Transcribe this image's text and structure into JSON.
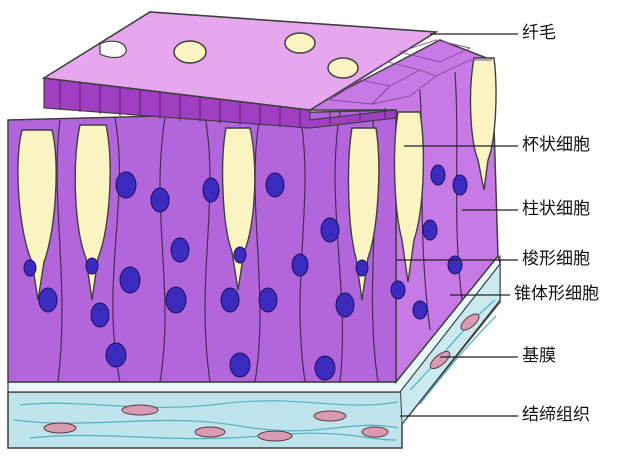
{
  "labels": {
    "cilia": "纤毛",
    "goblet_cell": "杯状细胞",
    "columnar_cell": "柱状细胞",
    "spindle_cell": "梭形细胞",
    "pyramidal_cell": "锥体形细胞",
    "basement_membrane": "基膜",
    "connective_tissue": "结缔组织"
  },
  "colors": {
    "cilia_surface": "#e7a7ef",
    "cilia_edge": "#a13fc2",
    "cell_body": "#c779e6",
    "cell_front": "#b366db",
    "goblet": "#fbf4c2",
    "nucleus": "#3b2bbf",
    "membrane": "#dff3f5",
    "connective": "#bfe3ea",
    "fiber": "#58b4c4"
  }
}
